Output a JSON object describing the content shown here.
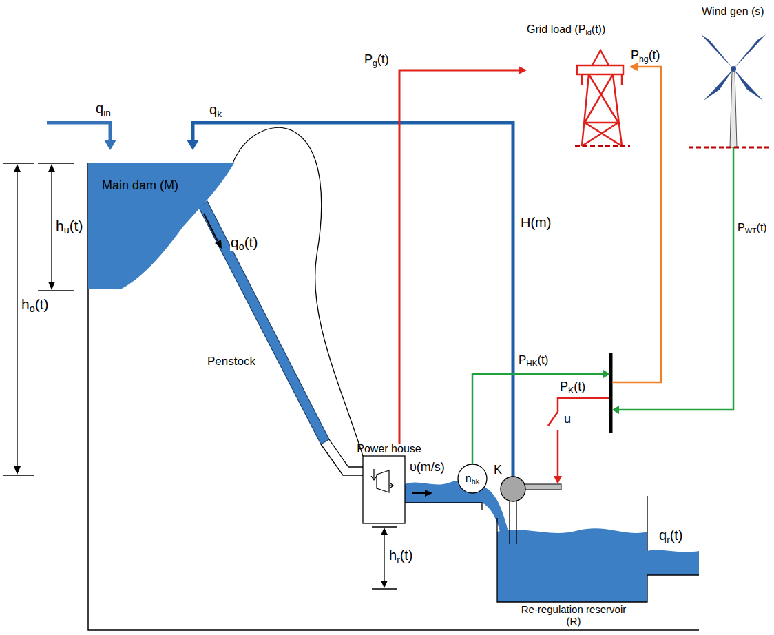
{
  "diagram": {
    "nodes": [
      {
        "text": [
          "Grid load (Pld(t))"
        ]
      },
      {
        "text": [
          "Main dam (M)"
        ]
      },
      {
        "text": [
          "Power house"
        ]
      },
      {
        "text": [
          "nhk"
        ]
      }
    ],
    "edges": [
      {
        "from": 2,
        "to": 0,
        "arrow": "to",
        "label": "Pg(t)"
      }
    ],
    "labels": [
      "Wind gen (s)",
      "Phg(t)",
      "qin",
      "qk",
      "hu(t)",
      "H(m)",
      "PWT(t)",
      "qo(t)",
      "ho(t)",
      "Penstock",
      "PHK(t)",
      "PK(t)",
      "u",
      "υ(m/s)",
      "K",
      "hr(t)",
      "qr(t)",
      "Re-regulation reservoir (R)"
    ]
  }
}
